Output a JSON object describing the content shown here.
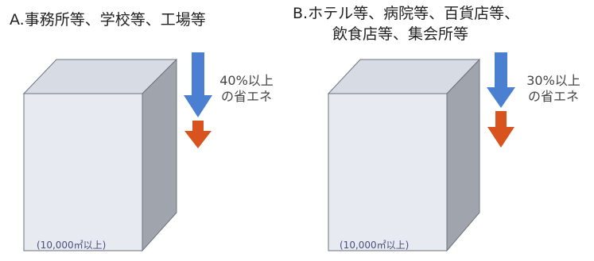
{
  "panels": [
    {
      "title_lines": [
        "A.事務所等、学校等、工場等"
      ],
      "reduction_lines": [
        "40%以上",
        "の省エネ"
      ],
      "area_note": "(10,000㎡以上)"
    },
    {
      "title_lines": [
        "B.ホテル等、病院等、百貨店等、",
        "飲食店等、集会所等"
      ],
      "reduction_lines": [
        "30%以上",
        "の省エネ"
      ],
      "area_note": "(10,000㎡以上)"
    }
  ],
  "colors": {
    "box_front": "#e7eaf1",
    "box_top": "#d7dbe4",
    "box_side": "#9fa4ad",
    "box_edge": "#6e737d",
    "arrow_blue": "#4a7fd2",
    "arrow_orange": "#d9531e"
  }
}
